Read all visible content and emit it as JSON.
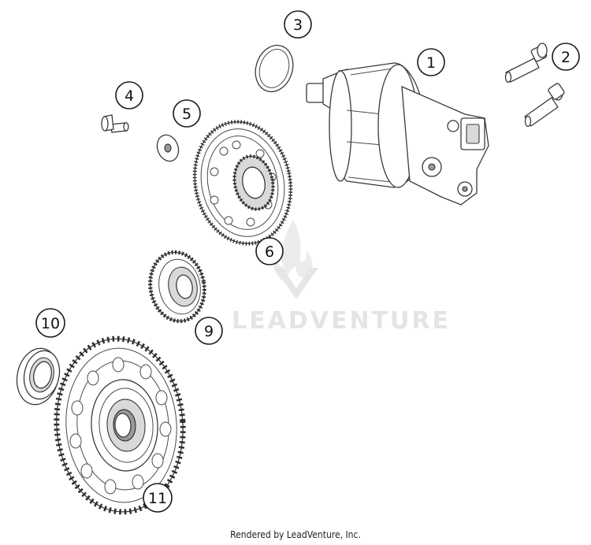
{
  "watermark": {
    "text": "LEADVENTURE"
  },
  "footer": {
    "text": "Rendered by LeadVenture, Inc."
  },
  "callouts": [
    "1",
    "2",
    "3",
    "4",
    "5",
    "6",
    "9",
    "10",
    "11"
  ]
}
